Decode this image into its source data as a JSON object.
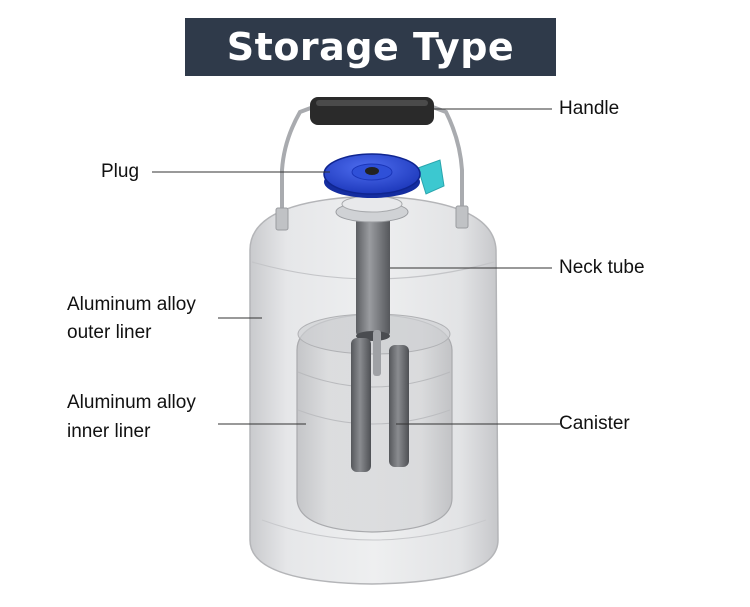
{
  "title": "Storage Type",
  "labels": {
    "handle": "Handle",
    "plug": "Plug",
    "neck_tube": "Neck tube",
    "outer_liner_line1": "Aluminum alloy",
    "outer_liner_line2": "outer liner",
    "inner_liner_line1": "Aluminum alloy",
    "inner_liner_line2": "inner liner",
    "canister": "Canister"
  },
  "colors": {
    "banner": "#2f3a4a",
    "plug": "#1f3fcc",
    "handle_grip": "#2a2a2a",
    "accent_valve": "#3cc8d0",
    "tank_body": "#d9dadd",
    "canister_rods": "#6a6c70"
  }
}
